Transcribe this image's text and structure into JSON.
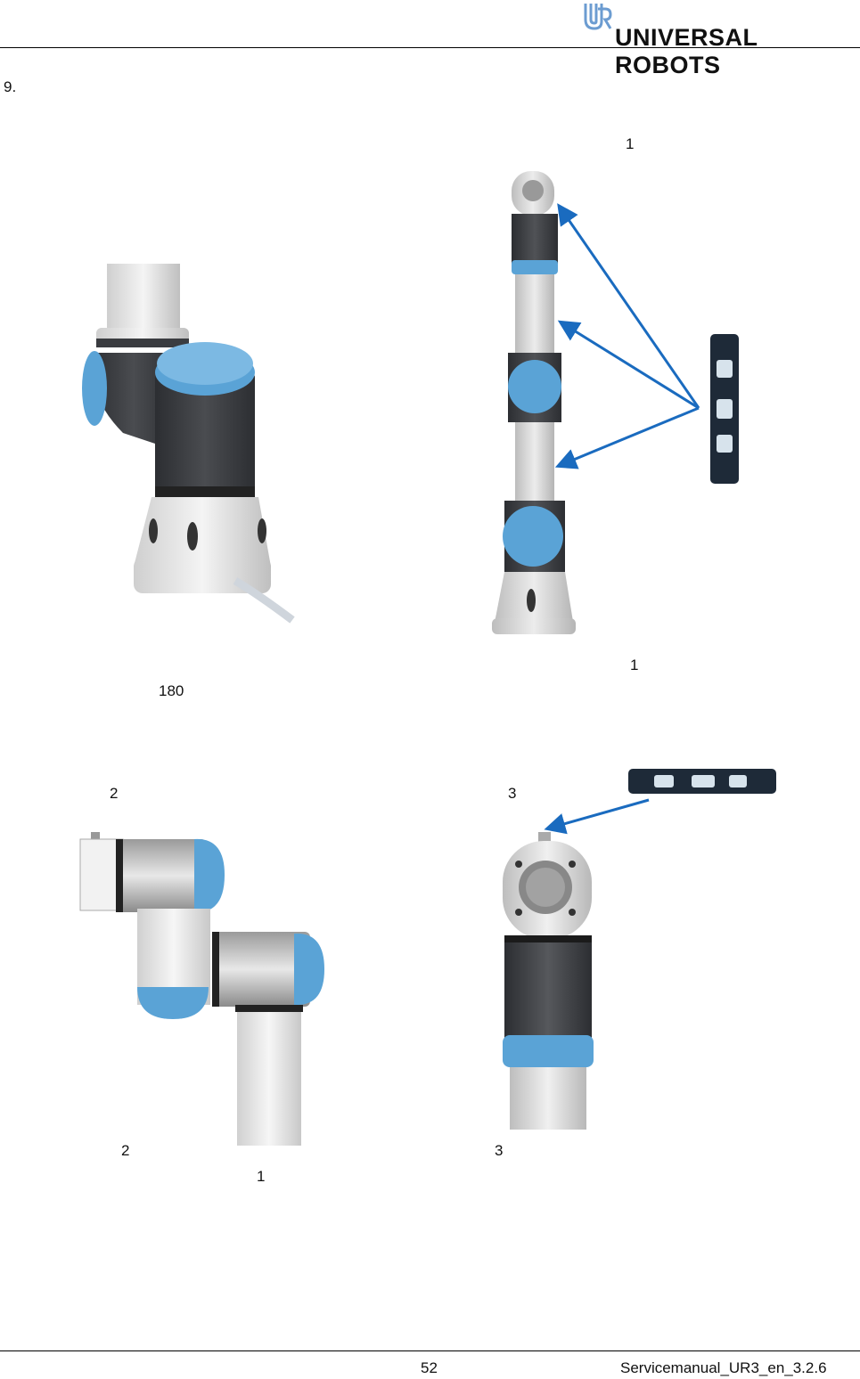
{
  "header": {
    "brand": "UNIVERSAL ROBOTS",
    "logo_icon": "ur-logo-icon"
  },
  "step": {
    "number": "9."
  },
  "figures": {
    "fig1": {
      "caption": "180"
    },
    "fig2_top": {
      "label": "1"
    },
    "fig2_bottom": {
      "label": "1"
    },
    "fig3": {
      "top_label": "2",
      "bottom_label": "2",
      "bottom_label2": "1"
    },
    "fig4": {
      "top_label": "3",
      "bottom_label": "3"
    }
  },
  "footer": {
    "page": "52",
    "doc": "Servicemanual_UR3_en_3.2.6"
  },
  "colors": {
    "accent_blue": "#5aa3d6",
    "arrow_blue": "#1a6bbf",
    "dark_gray": "#3a3c40",
    "light_gray": "#d9d9d9"
  }
}
